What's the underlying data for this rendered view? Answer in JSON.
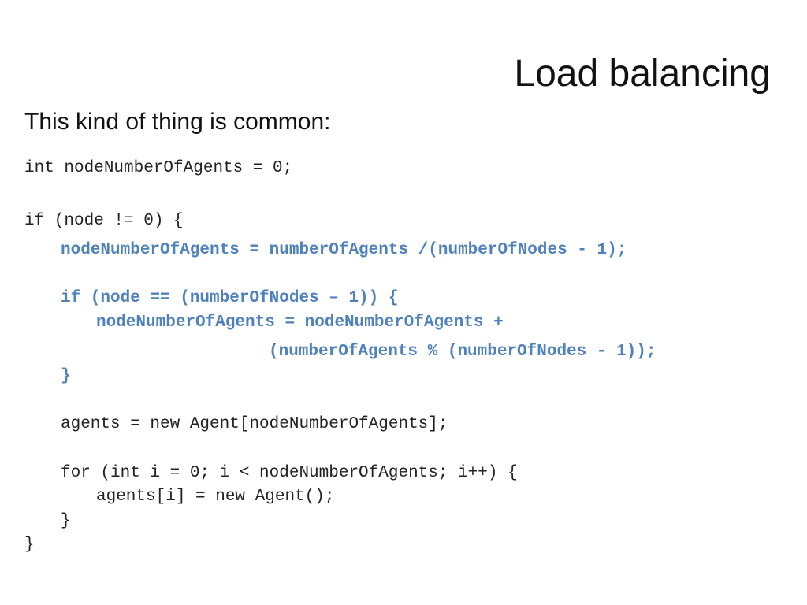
{
  "title": "Load balancing",
  "subtitle": "This kind of thing is common:",
  "code": [
    {
      "text": "int nodeNumberOfAgents = 0;",
      "highlight": false
    },
    {
      "text": "if (node != 0) {",
      "highlight": false
    },
    {
      "text": "nodeNumberOfAgents = numberOfAgents /(numberOfNodes - 1);",
      "highlight": true
    },
    {
      "text": "if (node == (numberOfNodes – 1)) {",
      "highlight": true
    },
    {
      "text": "nodeNumberOfAgents = nodeNumberOfAgents +",
      "highlight": true
    },
    {
      "text": "(numberOfAgents % (numberOfNodes - 1));",
      "highlight": true
    },
    {
      "text": "}",
      "highlight": true
    },
    {
      "text": "agents = new Agent[nodeNumberOfAgents];",
      "highlight": false
    },
    {
      "text": "for (int i = 0; i < nodeNumberOfAgents; i++) {",
      "highlight": false
    },
    {
      "text": "agents[i] = new Agent();",
      "highlight": false
    },
    {
      "text": "}",
      "highlight": false
    },
    {
      "text": "}",
      "highlight": false
    }
  ],
  "colors": {
    "highlight": "#4f81bd",
    "text": "#222222"
  }
}
